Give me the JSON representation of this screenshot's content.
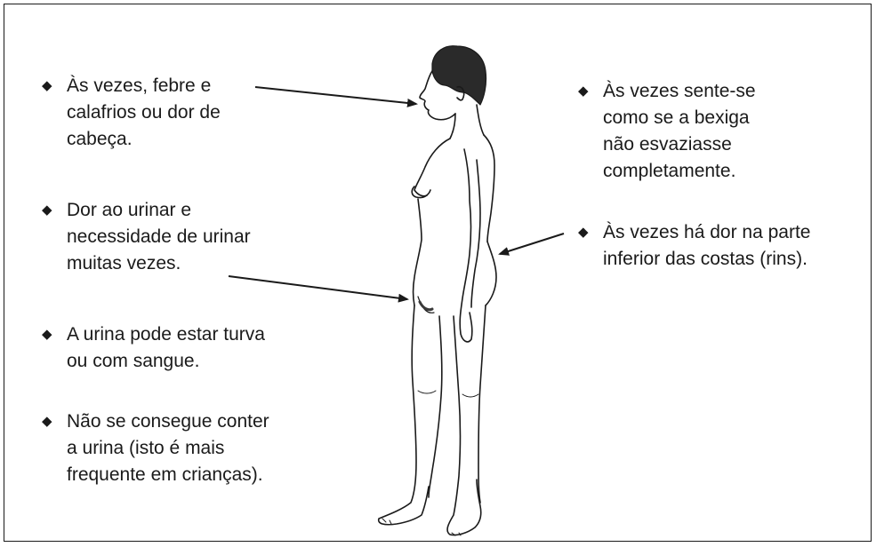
{
  "left_items": [
    {
      "lines": [
        "Às vezes, febre e",
        "calafrios ou dor de",
        "cabeça."
      ]
    },
    {
      "lines": [
        "Dor ao urinar e",
        "necessidade de urinar",
        "muitas vezes."
      ]
    },
    {
      "lines": [
        "A urina pode estar turva",
        "ou com sangue."
      ]
    },
    {
      "lines": [
        "Não se consegue conter",
        "a urina (isto é mais",
        "frequente em crianças)."
      ]
    }
  ],
  "right_items": [
    {
      "lines": [
        "Às vezes sente-se",
        "como se a bexiga",
        "não esvaziasse",
        "completamente."
      ]
    },
    {
      "lines": [
        "Às vezes há dor na parte",
        "inferior das costas (rins)."
      ]
    }
  ],
  "bullet_symbol": "◆",
  "colors": {
    "ink": "#1a1a1a",
    "background": "#ffffff"
  }
}
